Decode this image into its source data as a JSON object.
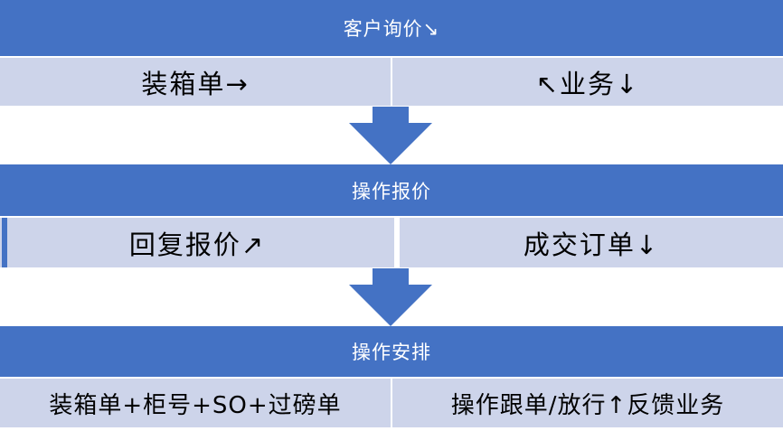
{
  "stages": [
    {
      "title": "客户询价↘",
      "left": "装箱单→",
      "right": "↖业务↓"
    },
    {
      "title": "操作报价",
      "left": "回复报价↗",
      "right": "成交订单↓"
    },
    {
      "title": "操作安排",
      "left": "装箱单+柜号+SO+过磅单",
      "right": "操作跟单/放行↑反馈业务"
    }
  ],
  "colors": {
    "header": "#4472c4",
    "cell": "#cdd4ea",
    "arrow": "#4472c4"
  }
}
